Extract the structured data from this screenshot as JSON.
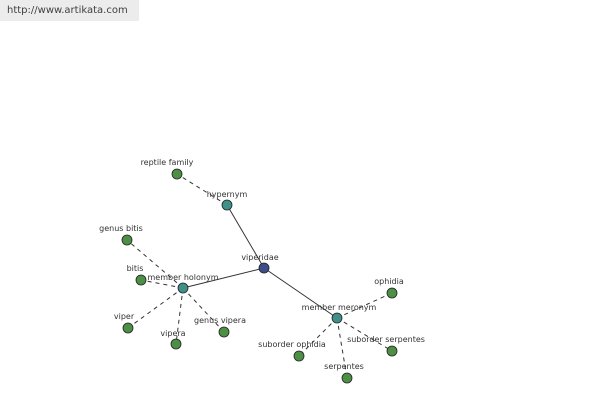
{
  "site_link": "http://www.artikata.com",
  "colors": {
    "center": "#3d4d8a",
    "relation": "#3f8f8a",
    "leaf": "#4e8f46"
  },
  "graph": {
    "nodes": [
      {
        "id": "viperidae",
        "label": "viperidae",
        "kind": "center"
      },
      {
        "id": "hypernym",
        "label": "hypernym",
        "kind": "relation"
      },
      {
        "id": "member-holonym",
        "label": "member holonym",
        "kind": "relation"
      },
      {
        "id": "member-meronym",
        "label": "member meronym",
        "kind": "relation"
      },
      {
        "id": "reptile-family",
        "label": "reptile family",
        "kind": "leaf"
      },
      {
        "id": "genus-bitis",
        "label": "genus bitis",
        "kind": "leaf"
      },
      {
        "id": "bitis",
        "label": "bitis",
        "kind": "leaf"
      },
      {
        "id": "viper",
        "label": "viper",
        "kind": "leaf"
      },
      {
        "id": "vipera",
        "label": "vipera",
        "kind": "leaf"
      },
      {
        "id": "genus-vipera",
        "label": "genus vipera",
        "kind": "leaf"
      },
      {
        "id": "ophidia",
        "label": "ophidia",
        "kind": "leaf"
      },
      {
        "id": "suborder-ophidia",
        "label": "suborder ophidia",
        "kind": "leaf"
      },
      {
        "id": "serpentes",
        "label": "serpentes",
        "kind": "leaf"
      },
      {
        "id": "suborder-serpentes",
        "label": "suborder serpentes",
        "kind": "leaf"
      }
    ],
    "edges": [
      {
        "from": "viperidae",
        "to": "hypernym",
        "style": "solid"
      },
      {
        "from": "viperidae",
        "to": "member-holonym",
        "style": "solid"
      },
      {
        "from": "viperidae",
        "to": "member-meronym",
        "style": "solid"
      },
      {
        "from": "hypernym",
        "to": "reptile-family",
        "style": "dashed"
      },
      {
        "from": "member-holonym",
        "to": "genus-bitis",
        "style": "dashed"
      },
      {
        "from": "member-holonym",
        "to": "bitis",
        "style": "dashed"
      },
      {
        "from": "member-holonym",
        "to": "viper",
        "style": "dashed"
      },
      {
        "from": "member-holonym",
        "to": "vipera",
        "style": "dashed"
      },
      {
        "from": "member-holonym",
        "to": "genus-vipera",
        "style": "dashed"
      },
      {
        "from": "member-meronym",
        "to": "ophidia",
        "style": "dashed"
      },
      {
        "from": "member-meronym",
        "to": "suborder-ophidia",
        "style": "dashed"
      },
      {
        "from": "member-meronym",
        "to": "serpentes",
        "style": "dashed"
      },
      {
        "from": "member-meronym",
        "to": "suborder-serpentes",
        "style": "dashed"
      }
    ]
  }
}
